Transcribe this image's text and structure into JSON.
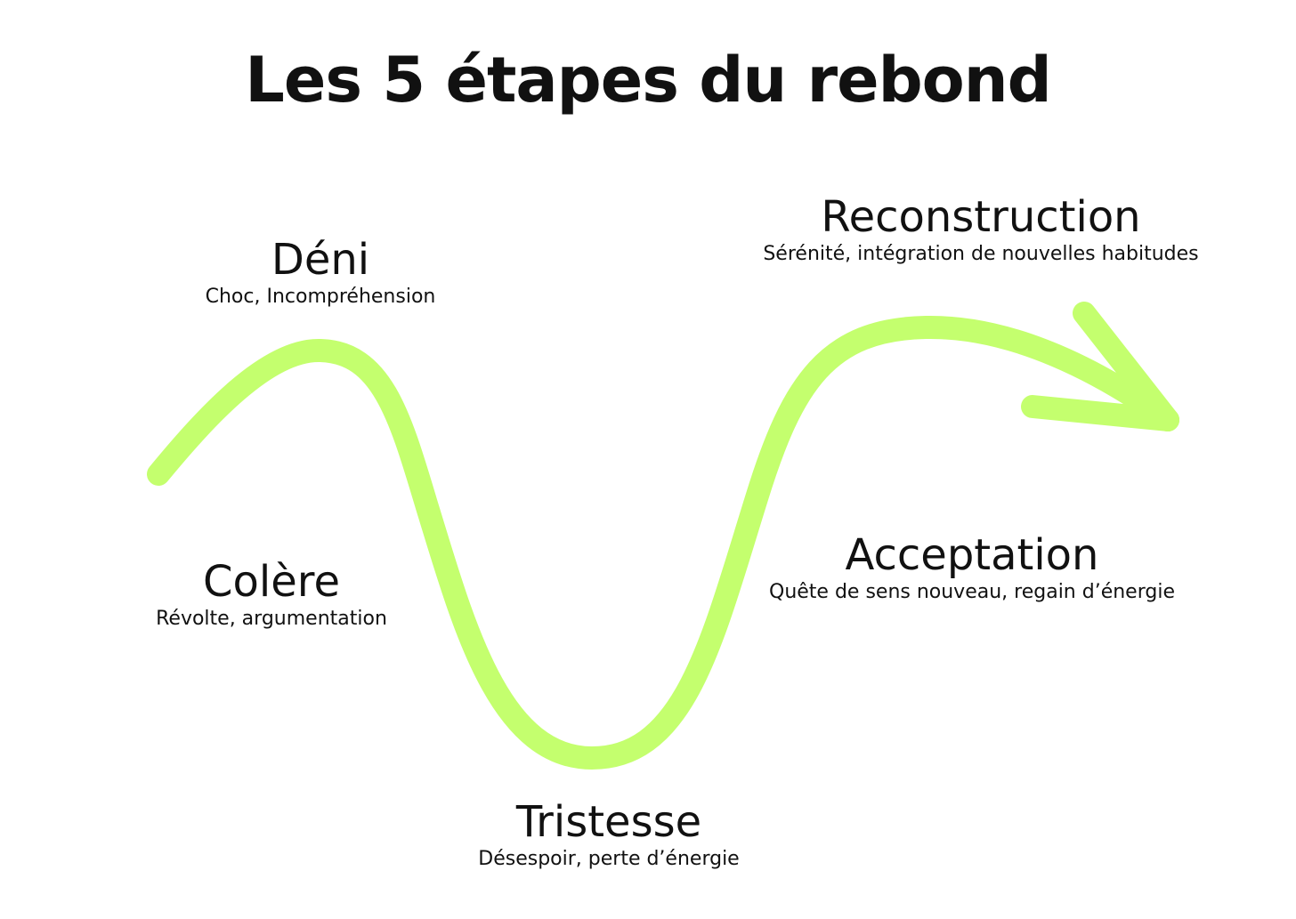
{
  "title": "Les 5 étapes du rebond",
  "colors": {
    "curve": "#c4ff6e",
    "text": "#111111",
    "background": "#ffffff"
  },
  "stages": [
    {
      "name": "Déni",
      "description": "Choc, Incompréhension"
    },
    {
      "name": "Colère",
      "description": "Révolte, argumentation"
    },
    {
      "name": "Tristesse",
      "description": "Désespoir, perte d’énergie"
    },
    {
      "name": "Acceptation",
      "description": "Quête de sens nouveau, regain d’énergie"
    },
    {
      "name": "Reconstruction",
      "description": "Sérénité, intégration de nouvelles habitudes"
    }
  ]
}
